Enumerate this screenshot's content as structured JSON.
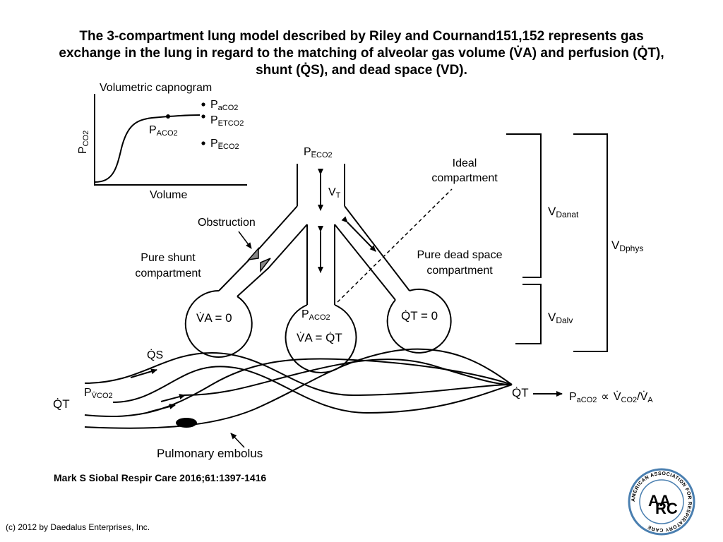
{
  "title": {
    "line1": "The 3-compartment lung model described by Riley and Cournand151,152 represents gas",
    "line2": "exchange in the lung in regard to the matching of alveolar gas volume (V̇A) and perfusion (Q̇T),",
    "line3": "shunt (Q̇S), and dead space (VD)."
  },
  "capnogram": {
    "title": "Volumetric capnogram",
    "x_label": "Volume",
    "y_label_main": "P",
    "y_label_sub": "CO2",
    "curve_point_main": "P",
    "curve_point_sub": "ACO2",
    "legend": [
      {
        "main": "P",
        "sub": "aCO2"
      },
      {
        "main": "P",
        "sub": "ETCO2"
      },
      {
        "main": "P",
        "sub": "E̅CO2"
      }
    ]
  },
  "labels": {
    "pe_main": "P",
    "pe_sub": "E̅CO2",
    "vt_main": "V",
    "vt_sub": "T",
    "ideal": [
      "Ideal",
      "compartment"
    ],
    "obstruction": "Obstruction",
    "pure_shunt": [
      "Pure shunt",
      "compartment"
    ],
    "pure_dead": [
      "Pure dead space",
      "compartment"
    ],
    "va_zero": "V̇A = 0",
    "paco2_main": "P",
    "paco2_sub": "ACO2",
    "va_eq_qt": "V̇A = Q̇T",
    "qt_zero": "Q̇T = 0",
    "qs": "Q̇S",
    "qt_in": "Q̇T",
    "pv_main": "P",
    "pv_sub": "V̄CO2",
    "qt_out": "Q̇T",
    "formula_left_main": "P",
    "formula_left_sub": "aCO2",
    "formula_prop": "∝",
    "formula_v_main": "V̇",
    "formula_v_sub": "CO2",
    "formula_slash": "/V̇",
    "formula_va_sub": "A",
    "embolus": "Pulmonary embolus",
    "vd_anat_main": "V",
    "vd_anat_sub": "Danat",
    "vd_alv_main": "V",
    "vd_alv_sub": "Dalv",
    "vd_phys_main": "V",
    "vd_phys_sub": "Dphys"
  },
  "citation": "Mark S Siobal Respir Care 2016;61:1397-1416",
  "copyright": "(c) 2012 by Daedalus Enterprises, Inc.",
  "logo_text": "AMERICAN ASSOCIATION FOR RESPIRATORY CARE"
}
